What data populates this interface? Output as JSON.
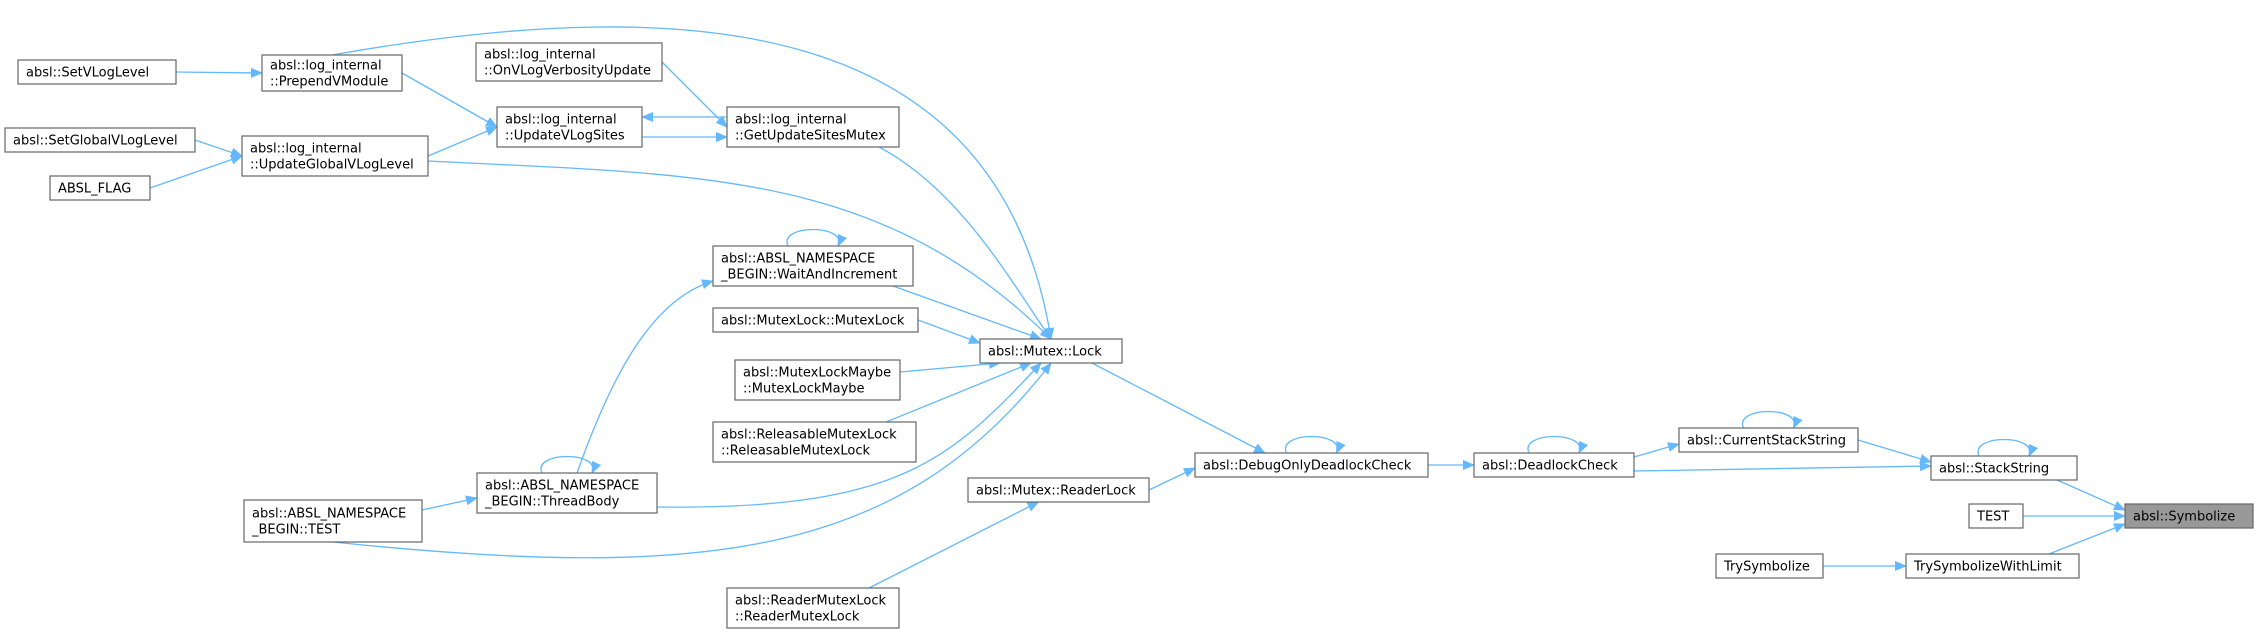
{
  "colors": {
    "edge": "#63b8ff",
    "node_border": "#666666",
    "root_fill": "#999999",
    "node_fill": "#ffffff"
  },
  "nodes": [
    {
      "id": "setvloglevel",
      "lines": [
        "absl::SetVLogLevel"
      ]
    },
    {
      "id": "prependvmodule",
      "lines": [
        "absl::log_internal",
        "::PrependVModule"
      ]
    },
    {
      "id": "setglobalvloglevel",
      "lines": [
        "absl::SetGlobalVLogLevel"
      ]
    },
    {
      "id": "updateglobalvloglevel",
      "lines": [
        "absl::log_internal",
        "::UpdateGlobalVLogLevel"
      ]
    },
    {
      "id": "abslflag",
      "lines": [
        "ABSL_FLAG"
      ]
    },
    {
      "id": "onvlogverbosityupdate",
      "lines": [
        "absl::log_internal",
        "::OnVLogVerbosityUpdate"
      ]
    },
    {
      "id": "updatevlogsites",
      "lines": [
        "absl::log_internal",
        "::UpdateVLogSites"
      ]
    },
    {
      "id": "getupdatesitesmutex",
      "lines": [
        "absl::log_internal",
        "::GetUpdateSitesMutex"
      ]
    },
    {
      "id": "waitandincrement",
      "lines": [
        "absl::ABSL_NAMESPACE",
        "_BEGIN::WaitAndIncrement"
      ]
    },
    {
      "id": "mutexlock",
      "lines": [
        "absl::MutexLock::MutexLock"
      ]
    },
    {
      "id": "mutexlockmaybe",
      "lines": [
        "absl::MutexLockMaybe",
        "::MutexLockMaybe"
      ]
    },
    {
      "id": "releasablemutexlock",
      "lines": [
        "absl::ReleasableMutexLock",
        "::ReleasableMutexLock"
      ]
    },
    {
      "id": "threadbody",
      "lines": [
        "absl::ABSL_NAMESPACE",
        "_BEGIN::ThreadBody"
      ]
    },
    {
      "id": "nstest",
      "lines": [
        "absl::ABSL_NAMESPACE",
        "_BEGIN::TEST"
      ]
    },
    {
      "id": "mutexlockfn",
      "lines": [
        "absl::Mutex::Lock"
      ]
    },
    {
      "id": "readerlock",
      "lines": [
        "absl::Mutex::ReaderLock"
      ]
    },
    {
      "id": "readermutexlock",
      "lines": [
        "absl::ReaderMutexLock",
        "::ReaderMutexLock"
      ]
    },
    {
      "id": "debugonlydeadlockcheck",
      "lines": [
        "absl::DebugOnlyDeadlockCheck"
      ]
    },
    {
      "id": "deadlockcheck",
      "lines": [
        "absl::DeadlockCheck"
      ]
    },
    {
      "id": "currentstackstring",
      "lines": [
        "absl::CurrentStackString"
      ]
    },
    {
      "id": "stackstring",
      "lines": [
        "absl::StackString"
      ]
    },
    {
      "id": "test",
      "lines": [
        "TEST"
      ]
    },
    {
      "id": "trysymbolize",
      "lines": [
        "TrySymbolize"
      ]
    },
    {
      "id": "trysymbolizewithlimit",
      "lines": [
        "TrySymbolizeWithLimit"
      ]
    },
    {
      "id": "symbolize",
      "lines": [
        "absl::Symbolize"
      ],
      "root": true
    }
  ],
  "edges": [
    {
      "from": "setvloglevel",
      "to": "prependvmodule"
    },
    {
      "from": "prependvmodule",
      "to": "updatevlogsites"
    },
    {
      "from": "prependvmodule",
      "to": "mutexlockfn"
    },
    {
      "from": "setglobalvloglevel",
      "to": "updateglobalvloglevel"
    },
    {
      "from": "abslflag",
      "to": "updateglobalvloglevel"
    },
    {
      "from": "updateglobalvloglevel",
      "to": "updatevlogsites"
    },
    {
      "from": "updateglobalvloglevel",
      "to": "mutexlockfn"
    },
    {
      "from": "onvlogverbosityupdate",
      "to": "getupdatesitesmutex"
    },
    {
      "from": "updatevlogsites",
      "to": "getupdatesitesmutex"
    },
    {
      "from": "getupdatesitesmutex",
      "to": "updatevlogsites"
    },
    {
      "from": "getupdatesitesmutex",
      "to": "mutexlockfn"
    },
    {
      "from": "waitandincrement",
      "to": "waitandincrement"
    },
    {
      "from": "waitandincrement",
      "to": "mutexlockfn"
    },
    {
      "from": "mutexlock",
      "to": "mutexlockfn"
    },
    {
      "from": "mutexlockmaybe",
      "to": "mutexlockfn"
    },
    {
      "from": "releasablemutexlock",
      "to": "mutexlockfn"
    },
    {
      "from": "threadbody",
      "to": "threadbody"
    },
    {
      "from": "threadbody",
      "to": "waitandincrement"
    },
    {
      "from": "threadbody",
      "to": "mutexlockfn"
    },
    {
      "from": "nstest",
      "to": "threadbody"
    },
    {
      "from": "nstest",
      "to": "mutexlockfn"
    },
    {
      "from": "readermutexlock",
      "to": "readerlock"
    },
    {
      "from": "mutexlockfn",
      "to": "debugonlydeadlockcheck"
    },
    {
      "from": "readerlock",
      "to": "debugonlydeadlockcheck"
    },
    {
      "from": "debugonlydeadlockcheck",
      "to": "debugonlydeadlockcheck"
    },
    {
      "from": "debugonlydeadlockcheck",
      "to": "deadlockcheck"
    },
    {
      "from": "deadlockcheck",
      "to": "deadlockcheck"
    },
    {
      "from": "deadlockcheck",
      "to": "currentstackstring"
    },
    {
      "from": "deadlockcheck",
      "to": "stackstring"
    },
    {
      "from": "currentstackstring",
      "to": "currentstackstring"
    },
    {
      "from": "currentstackstring",
      "to": "stackstring"
    },
    {
      "from": "stackstring",
      "to": "stackstring"
    },
    {
      "from": "stackstring",
      "to": "symbolize"
    },
    {
      "from": "test",
      "to": "symbolize"
    },
    {
      "from": "trysymbolize",
      "to": "trysymbolizewithlimit"
    },
    {
      "from": "trysymbolizewithlimit",
      "to": "symbolize"
    }
  ]
}
